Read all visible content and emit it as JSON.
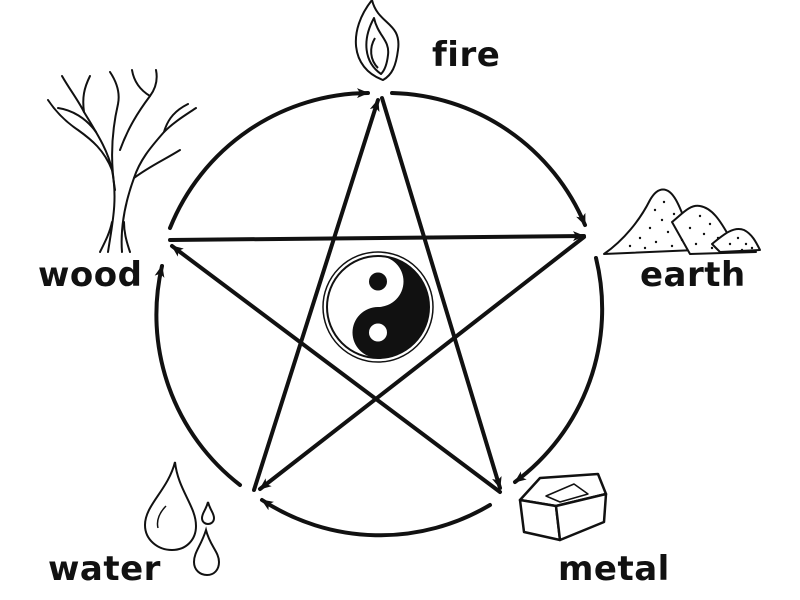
{
  "elements": {
    "fire": {
      "label": "fire",
      "icon": "flame-icon"
    },
    "earth": {
      "label": "earth",
      "icon": "mountains-icon"
    },
    "metal": {
      "label": "metal",
      "icon": "metal-ingot-icon"
    },
    "water": {
      "label": "water",
      "icon": "water-drops-icon"
    },
    "wood": {
      "label": "wood",
      "icon": "tree-icon"
    }
  },
  "generating_cycle": [
    "fire",
    "earth",
    "metal",
    "water",
    "wood"
  ],
  "controlling_cycle": [
    [
      "fire",
      "metal"
    ],
    [
      "metal",
      "wood"
    ],
    [
      "wood",
      "earth"
    ],
    [
      "earth",
      "water"
    ],
    [
      "water",
      "fire"
    ]
  ],
  "center": {
    "icon": "yin-yang-icon"
  },
  "colors": {
    "ink": "#111111",
    "background": "#ffffff"
  }
}
